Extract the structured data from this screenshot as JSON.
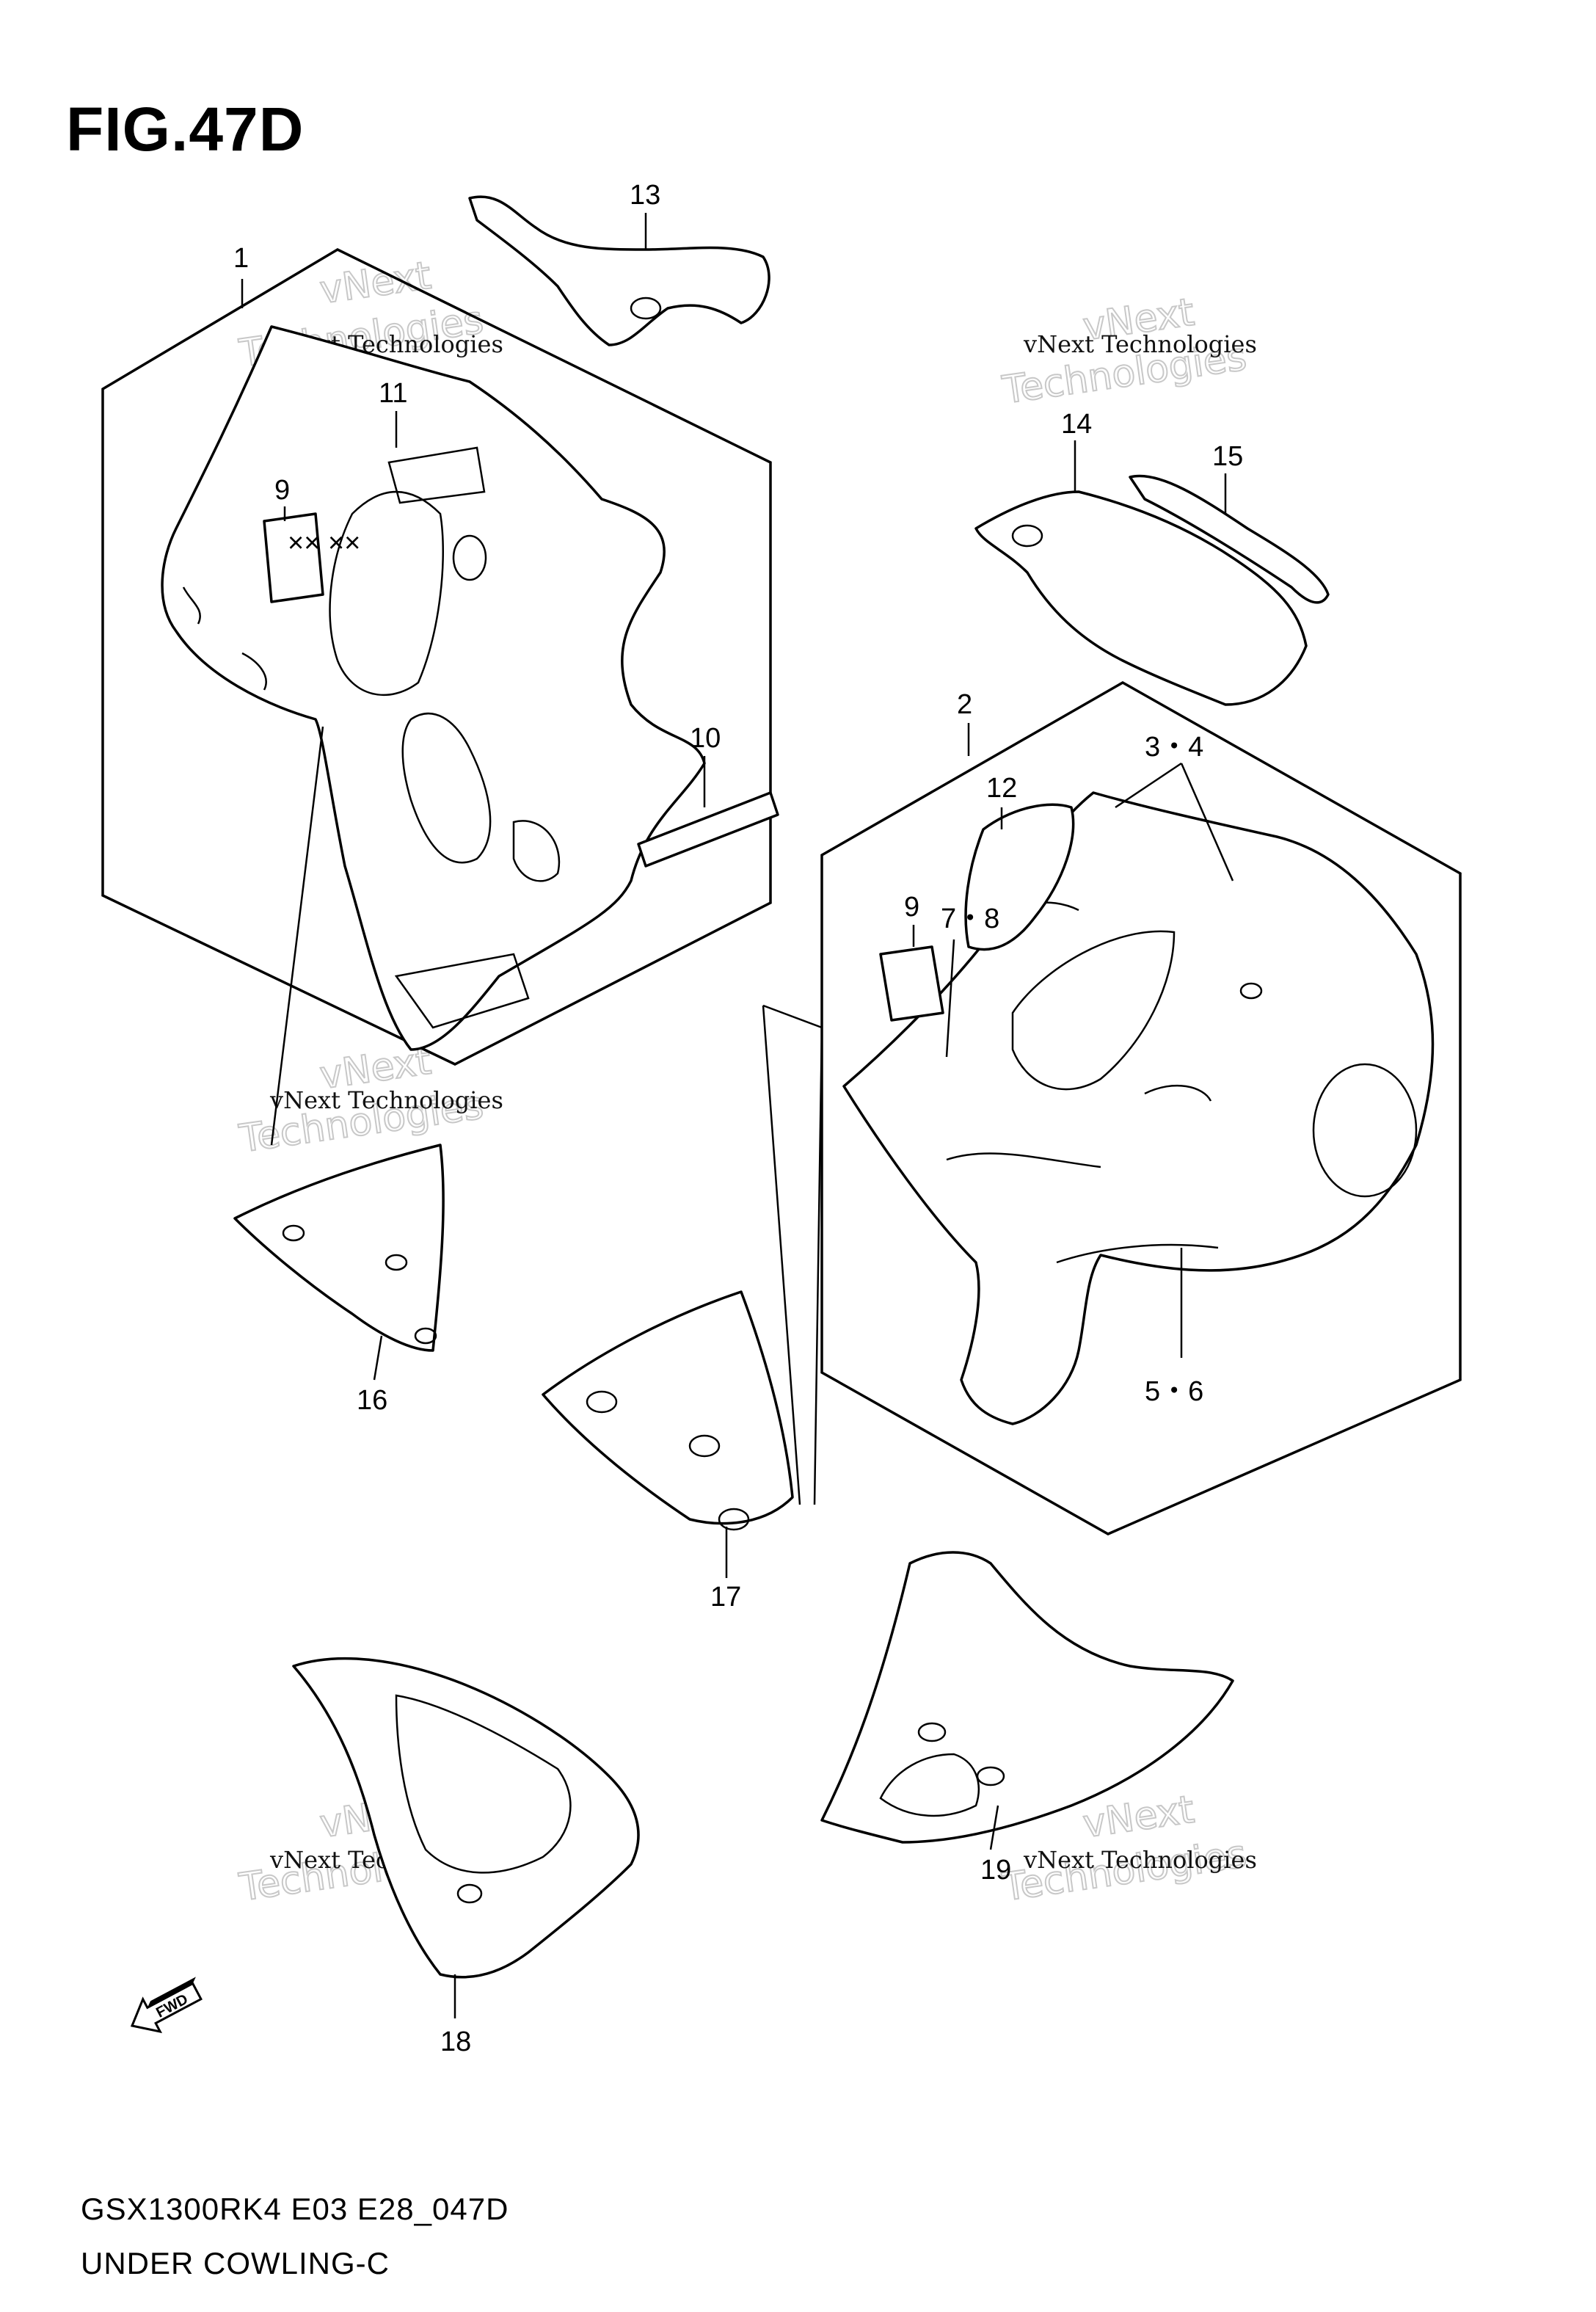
{
  "figure": {
    "title": "FIG.47D",
    "model_code": "GSX1300RK4 E03 E28_047D",
    "section_name": "UNDER COWLING-C"
  },
  "callouts": [
    {
      "id": "c1",
      "label": "1"
    },
    {
      "id": "c2",
      "label": "2"
    },
    {
      "id": "c3",
      "label": "3・4"
    },
    {
      "id": "c5",
      "label": "5・6"
    },
    {
      "id": "c7",
      "label": "7・8"
    },
    {
      "id": "c9a",
      "label": "9"
    },
    {
      "id": "c9b",
      "label": "9"
    },
    {
      "id": "c10",
      "label": "10"
    },
    {
      "id": "c11",
      "label": "11"
    },
    {
      "id": "c12",
      "label": "12"
    },
    {
      "id": "c13",
      "label": "13"
    },
    {
      "id": "c14",
      "label": "14"
    },
    {
      "id": "c15",
      "label": "15"
    },
    {
      "id": "c16",
      "label": "16"
    },
    {
      "id": "c17",
      "label": "17"
    },
    {
      "id": "c18",
      "label": "18"
    },
    {
      "id": "c19",
      "label": "19"
    }
  ],
  "watermark": {
    "line1": "vNext Technologies",
    "line2": "vNext",
    "line3": "Technologies"
  },
  "direction_badge": {
    "label": "FWD",
    "icon": "fwd-arrow-icon"
  },
  "colors": {
    "ink": "#000000",
    "watermark": "#c8c8c8",
    "paper": "#ffffff"
  }
}
